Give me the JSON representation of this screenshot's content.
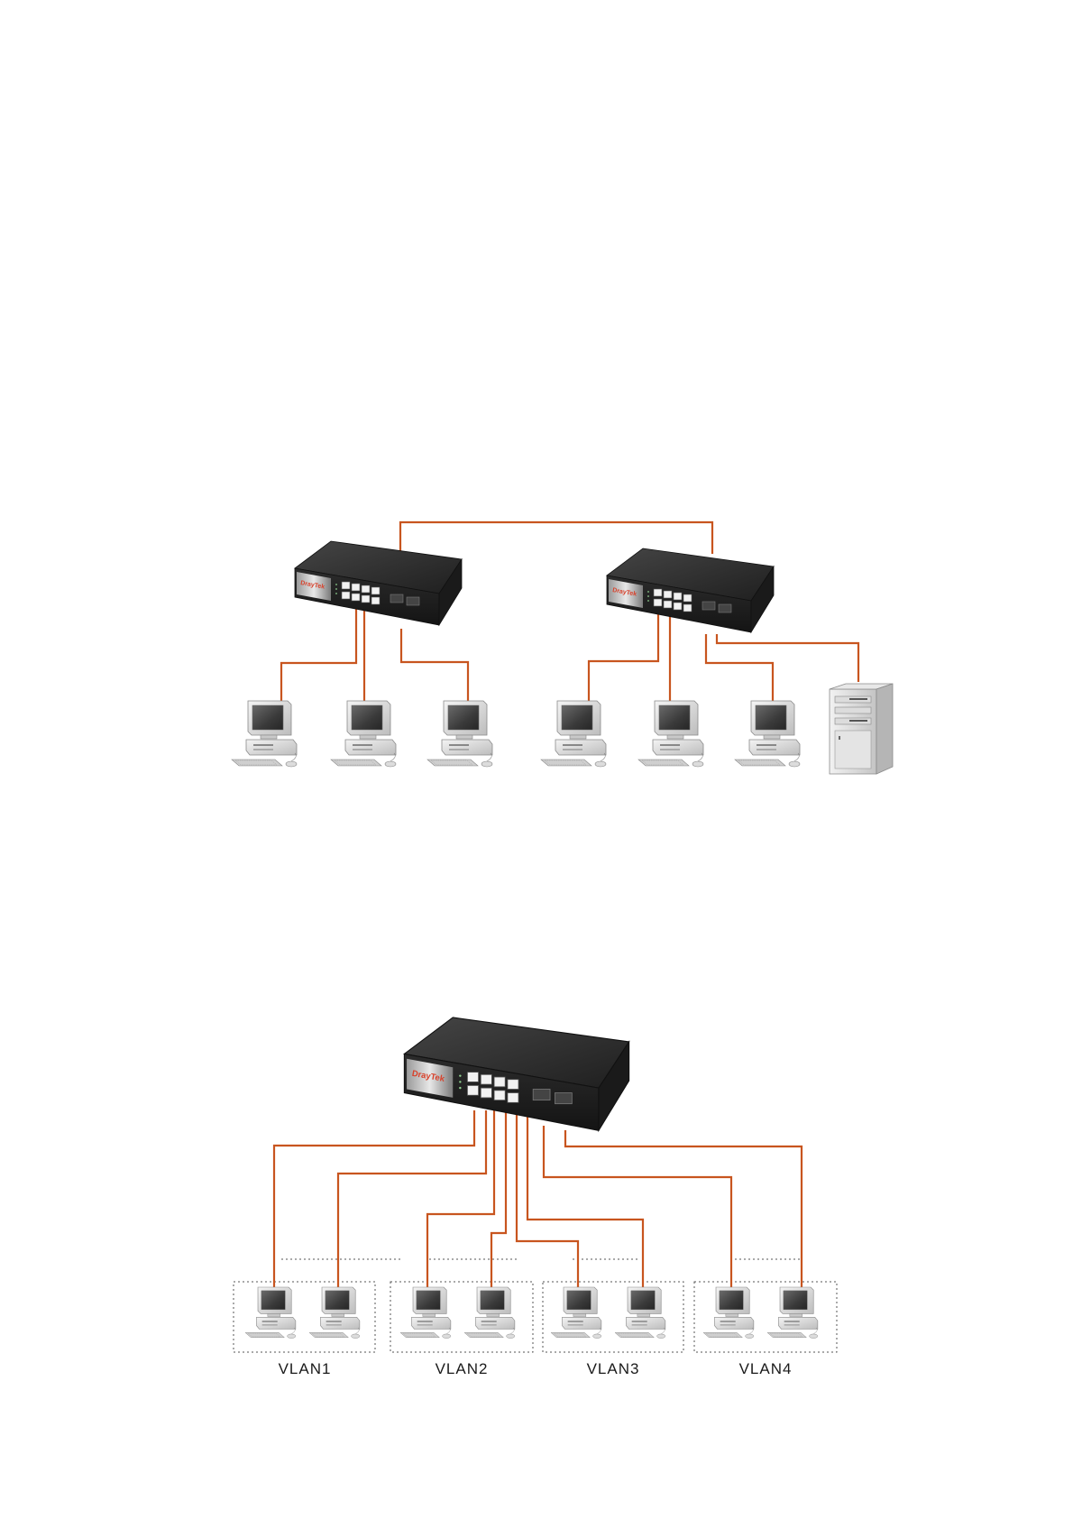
{
  "diagram1": {
    "nodes": [
      {
        "id": "switch-a",
        "kind": "switch",
        "brand": "DrayTek"
      },
      {
        "id": "switch-b",
        "kind": "switch",
        "brand": "DrayTek"
      },
      {
        "id": "pc-1",
        "kind": "pc"
      },
      {
        "id": "pc-2",
        "kind": "pc"
      },
      {
        "id": "pc-3",
        "kind": "pc"
      },
      {
        "id": "pc-4",
        "kind": "pc"
      },
      {
        "id": "pc-5",
        "kind": "pc"
      },
      {
        "id": "pc-6",
        "kind": "pc"
      },
      {
        "id": "server-1",
        "kind": "server"
      }
    ],
    "links": [
      [
        "switch-a",
        "switch-b"
      ],
      [
        "switch-a",
        "pc-1"
      ],
      [
        "switch-a",
        "pc-2"
      ],
      [
        "switch-a",
        "pc-3"
      ],
      [
        "switch-b",
        "pc-4"
      ],
      [
        "switch-b",
        "pc-5"
      ],
      [
        "switch-b",
        "pc-6"
      ],
      [
        "switch-b",
        "server-1"
      ]
    ]
  },
  "diagram2": {
    "switch": {
      "id": "switch-c",
      "kind": "switch",
      "brand": "DrayTek"
    },
    "vlans": [
      {
        "label": "VLAN1",
        "pcs": 2
      },
      {
        "label": "VLAN2",
        "pcs": 2
      },
      {
        "label": "VLAN3",
        "pcs": 2
      },
      {
        "label": "VLAN4",
        "pcs": 2
      }
    ]
  },
  "colors": {
    "cable": "#c8551f",
    "switch_body": "#222222",
    "switch_top": "#3a3a3a",
    "dotted_border": "#555555"
  }
}
